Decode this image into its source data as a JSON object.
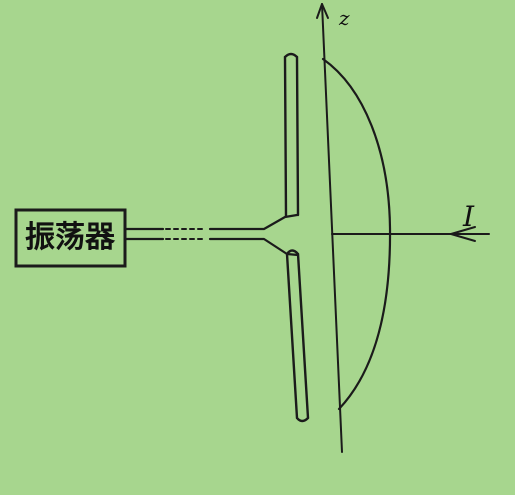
{
  "diagram": {
    "oscillator_label": "振荡器",
    "axis_label": "z",
    "current_label": "I"
  }
}
